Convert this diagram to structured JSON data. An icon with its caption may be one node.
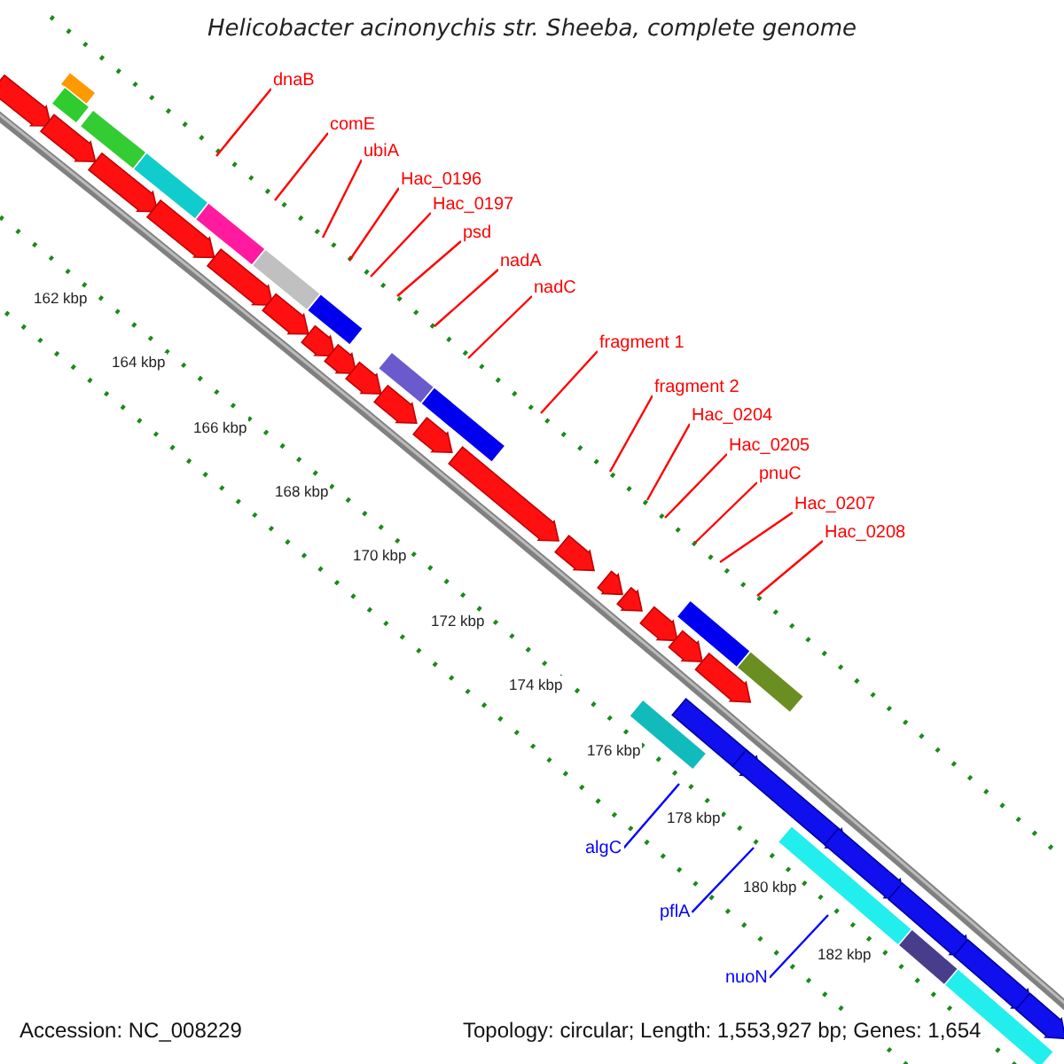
{
  "diagram": {
    "title": "Helicobacter acinonychis str. Sheeba, complete genome",
    "nodes": [
      {
        "text": [
          "dnaB"
        ]
      },
      {
        "text": [
          "comE"
        ]
      },
      {
        "text": [
          "ubiA"
        ]
      },
      {
        "text": [
          "Hac_0196"
        ]
      },
      {
        "text": [
          "Hac_0197"
        ]
      },
      {
        "text": [
          "psd"
        ]
      },
      {
        "text": [
          "nadA"
        ]
      },
      {
        "text": [
          "nadC"
        ]
      },
      {
        "text": [
          "fragment 1"
        ]
      },
      {
        "text": [
          "fragment 2"
        ]
      },
      {
        "text": [
          "Hac_0204"
        ]
      },
      {
        "text": [
          "Hac_0205"
        ]
      },
      {
        "text": [
          "pnuC"
        ]
      },
      {
        "text": [
          "Hac_0207"
        ]
      },
      {
        "text": [
          "Hac_0208"
        ]
      },
      {
        "text": [
          "algC"
        ]
      },
      {
        "text": [
          "pflA"
        ]
      },
      {
        "text": [
          "nuoN"
        ]
      }
    ],
    "edges": [
      {
        "from": 0,
        "to": null,
        "arrow": "none"
      },
      {
        "from": 1,
        "to": null,
        "arrow": "none"
      },
      {
        "from": 2,
        "to": null,
        "arrow": "none"
      },
      {
        "from": 3,
        "to": null,
        "arrow": "none"
      },
      {
        "from": 4,
        "to": null,
        "arrow": "none"
      },
      {
        "from": 5,
        "to": null,
        "arrow": "none"
      },
      {
        "from": 6,
        "to": null,
        "arrow": "none"
      },
      {
        "from": 7,
        "to": null,
        "arrow": "none"
      },
      {
        "from": 8,
        "to": null,
        "arrow": "none"
      },
      {
        "from": 9,
        "to": null,
        "arrow": "none"
      },
      {
        "from": 10,
        "to": null,
        "arrow": "none"
      },
      {
        "from": 11,
        "to": null,
        "arrow": "none"
      },
      {
        "from": 12,
        "to": null,
        "arrow": "none"
      },
      {
        "from": 13,
        "to": null,
        "arrow": "none"
      },
      {
        "from": 14,
        "to": null,
        "arrow": "none"
      },
      {
        "from": 15,
        "to": null,
        "arrow": "none",
        "color": "#0000ff"
      },
      {
        "from": 16,
        "to": null,
        "arrow": "none",
        "color": "#0000ff"
      },
      {
        "from": 17,
        "to": null,
        "arrow": "none",
        "color": "#0000ff"
      }
    ],
    "labels": [
      "162 kbp",
      "164 kbp",
      "166 kbp",
      "168 kbp",
      "170 kbp",
      "172 kbp",
      "174 kbp",
      "176 kbp",
      "178 kbp",
      "180 kbp",
      "182 kbp",
      "Accession: NC_008229",
      "Topology: circular; Length: 1,553,927 bp; Genes: 1,654"
    ]
  }
}
